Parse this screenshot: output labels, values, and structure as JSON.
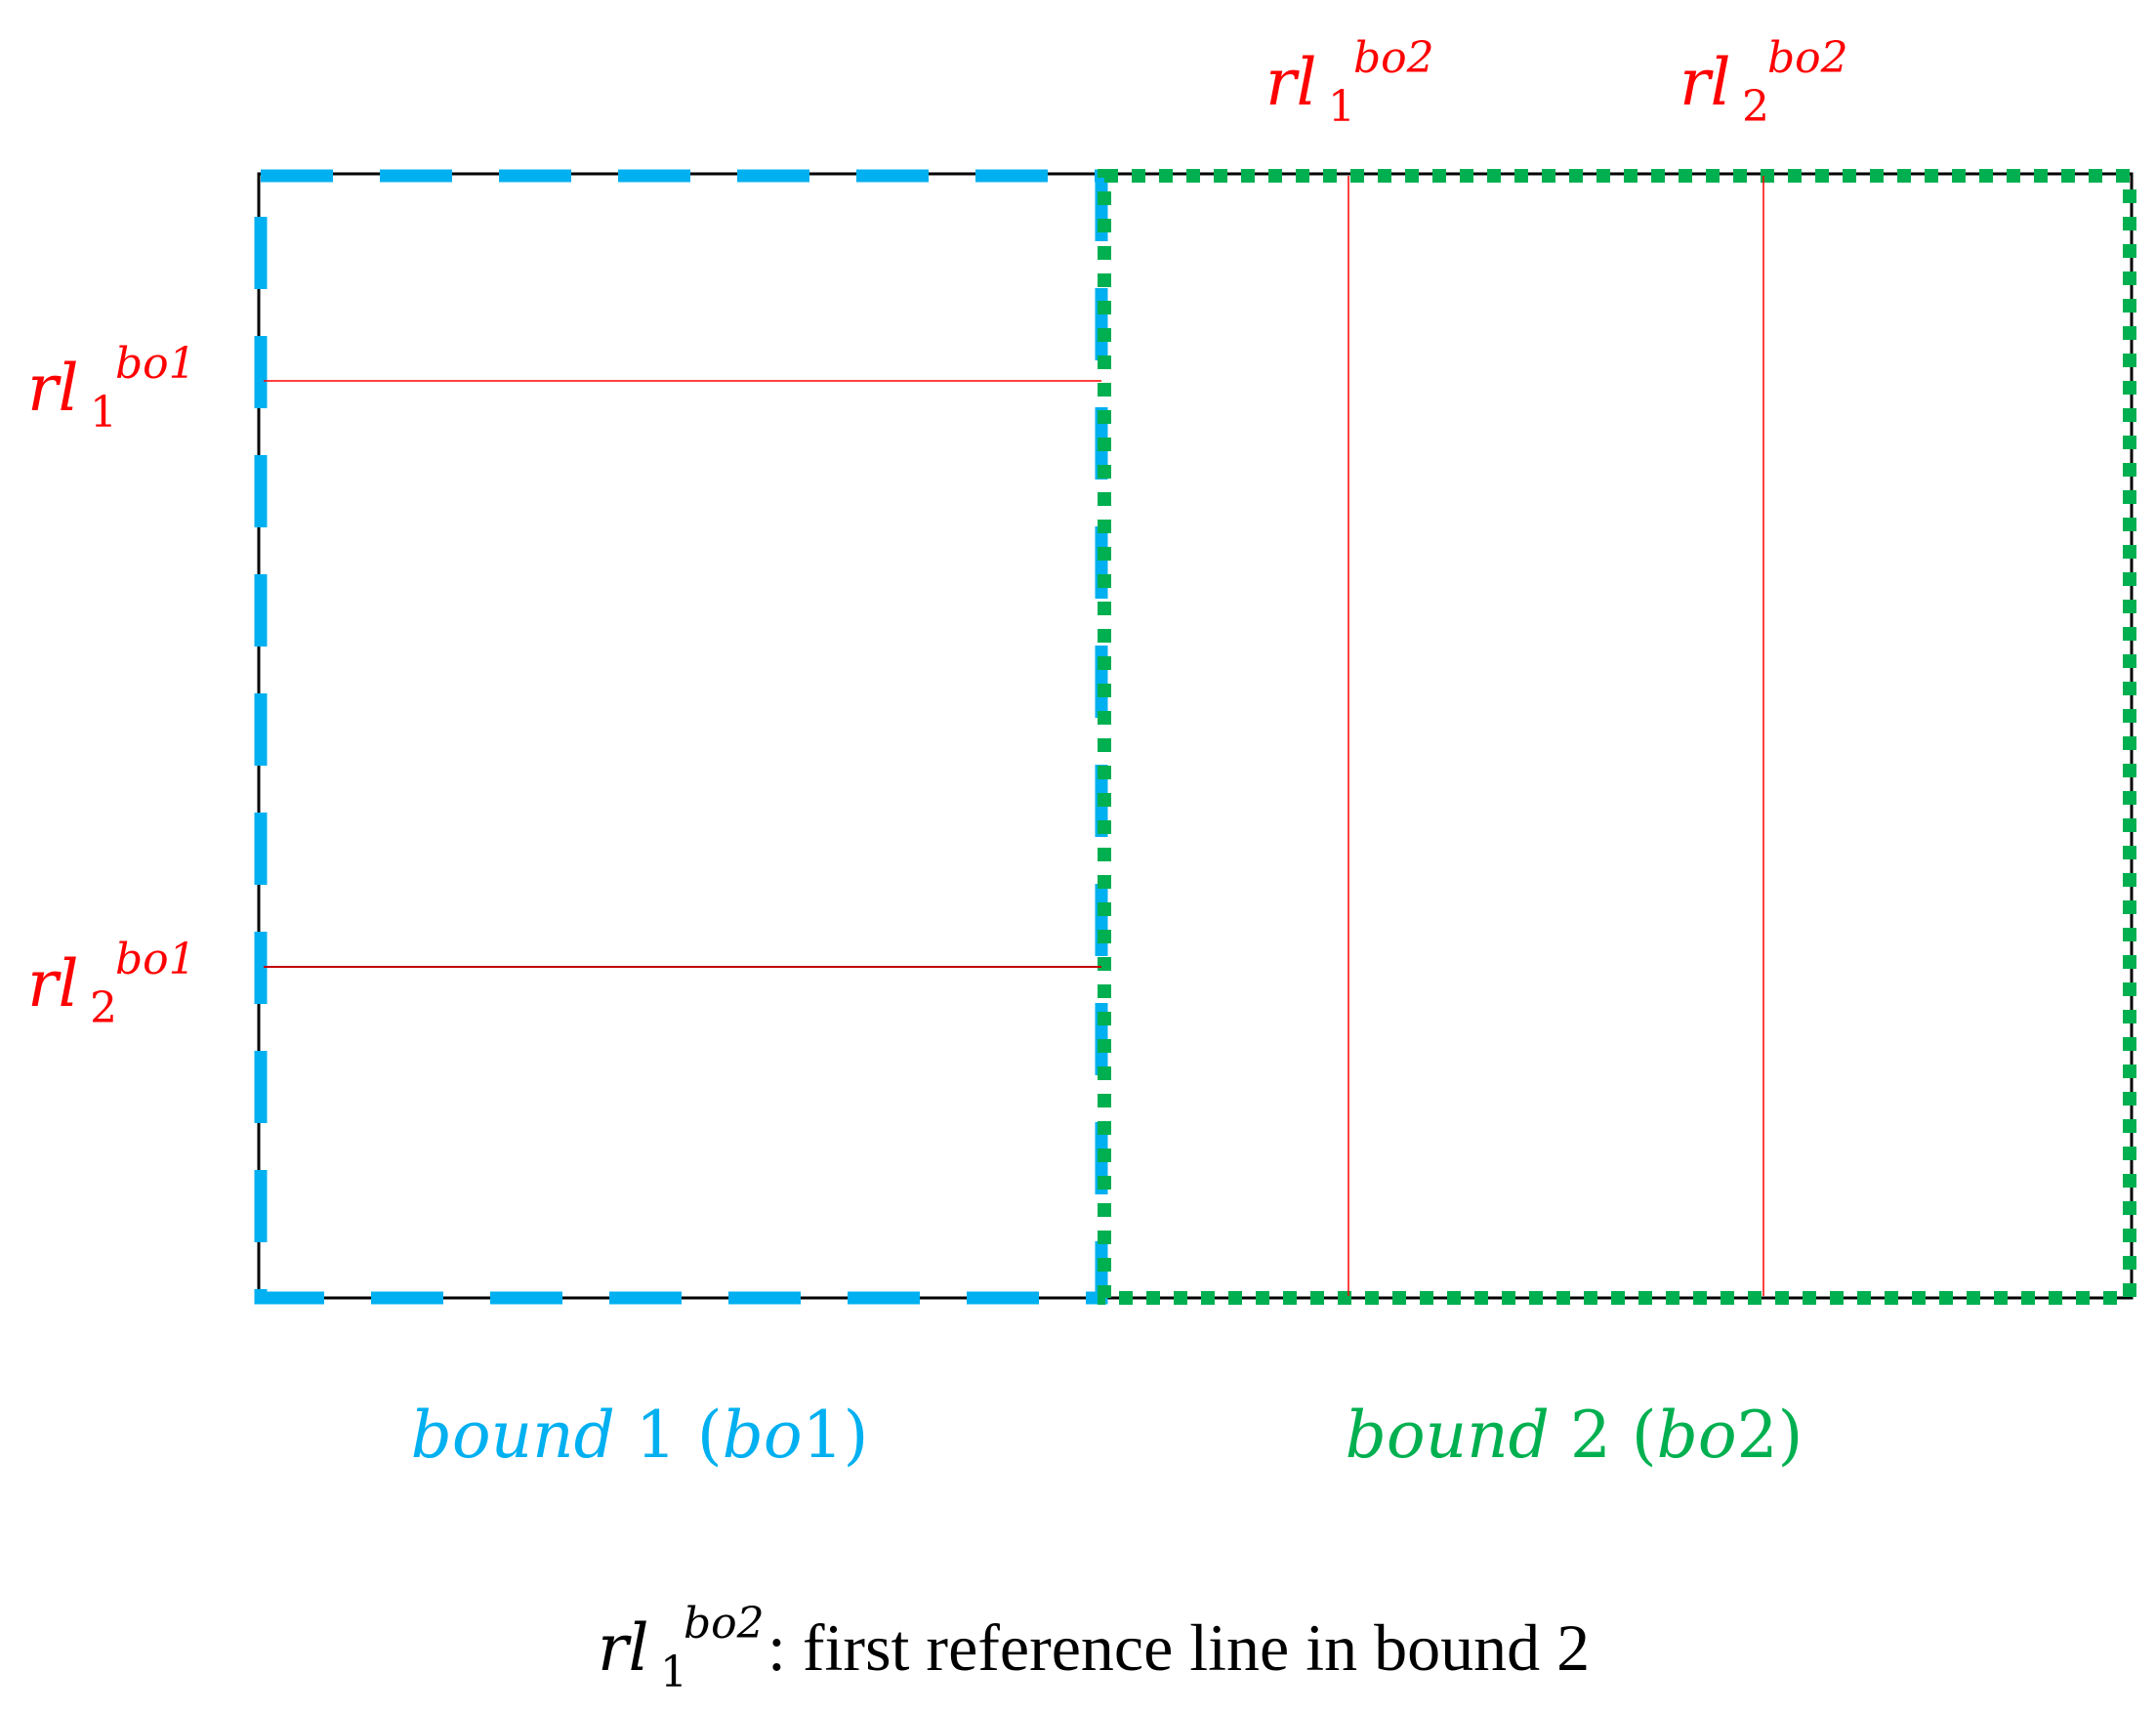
{
  "colors": {
    "bound1": "#00b0f0",
    "bound2": "#00b050",
    "reference_line": "#ff0000",
    "outline": "#000000",
    "caption": "#000000"
  },
  "reference_labels": {
    "bo1_line1": {
      "base": "rl",
      "sub": "1",
      "sup": "bo1"
    },
    "bo1_line2": {
      "base": "rl",
      "sub": "2",
      "sup": "bo1"
    },
    "bo2_line1": {
      "base": "rl",
      "sub": "1",
      "sup": "bo2"
    },
    "bo2_line2": {
      "base": "rl",
      "sub": "2",
      "sup": "bo2"
    }
  },
  "bounds": {
    "bound1": {
      "word": "bound",
      "num": " 1 (",
      "abbr": "bo",
      "abbr_num": "1)"
    },
    "bound2": {
      "word": "bound",
      "num": " 2 (",
      "abbr": "bo",
      "abbr_num": "2)"
    }
  },
  "caption": {
    "base": "rl",
    "sub": "1",
    "sup": "bo2",
    "text": ": first reference line in bound 2"
  }
}
